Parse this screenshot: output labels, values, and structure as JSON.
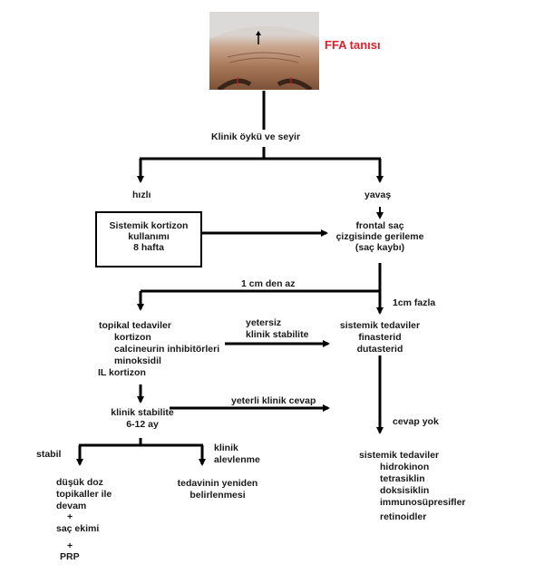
{
  "title": "FFA tanısı",
  "colors": {
    "title": "#e0202a",
    "lines": "#000000",
    "photo_arrow_red": "#d62020"
  },
  "nodes": {
    "history": "Klinik öykü ve seyir",
    "fast": "hızlı",
    "slow": "yavaş",
    "box": [
      "Sistemik kortizon",
      "kullanımı",
      "8 hafta"
    ],
    "frontal": [
      "frontal saç",
      "çizgisinde gerileme",
      "(saç kaybı)"
    ],
    "lt1cm": "1 cm den az",
    "gt1cm": "1cm fazla",
    "topical": [
      "topikal tedaviler",
      "kortizon",
      "calcineurin inhibitörleri",
      "minoksidil",
      "IL kortizon"
    ],
    "insufficient": [
      "yetersiz",
      "klinik stabilite"
    ],
    "systemic1": [
      "sistemik tedaviler",
      "finasterid",
      "dutasterid"
    ],
    "sufficient": "yeterli klinik cevap",
    "stability": [
      "klinik stabilite",
      "6-12 ay"
    ],
    "no_response": "cevap yok",
    "stable": "stabil",
    "flare": [
      "klinik",
      "alevlenme"
    ],
    "low_dose": [
      "düşük doz",
      "topikaller ile",
      "devam",
      "+",
      "saç ekimi",
      "+",
      "PRP"
    ],
    "redefine": [
      "tedavinin yeniden",
      "belirlenmesi"
    ],
    "systemic2": [
      "sistemik tedaviler",
      "hidrokinon",
      "tetrasiklin",
      "doksisiklin",
      "immunosüpresifler",
      "retinoidler"
    ]
  }
}
